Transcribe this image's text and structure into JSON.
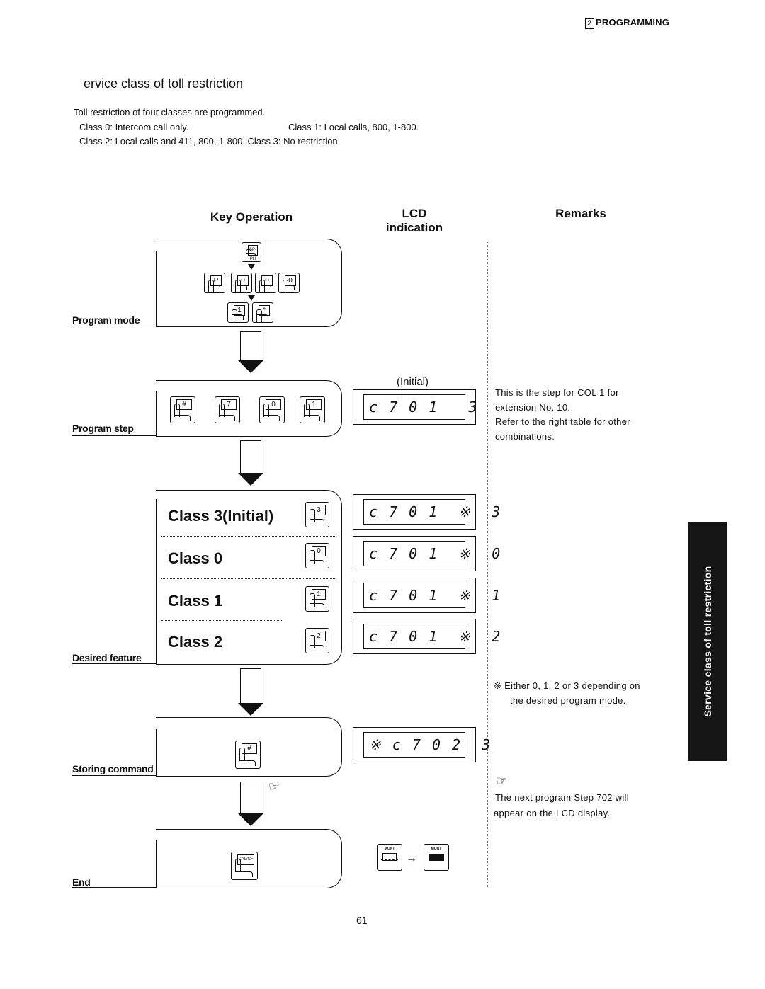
{
  "header": {
    "box_number": "2",
    "section": "PROGRAMMING"
  },
  "title": "ervice class of toll restriction",
  "intro": {
    "line1": "Toll restriction of four classes are programmed.",
    "line2a": "Class 0:  Intercom call only.",
    "line2b": "Class 1:  Local calls, 800, 1-800.",
    "line3": "Class 2:  Local calls and 411, 800, 1-800. Class 3:  No restriction."
  },
  "columns": {
    "key_operation": "Key Operation",
    "lcd_line1": "LCD",
    "lcd_line2": "indication",
    "remarks": "Remarks"
  },
  "steps": {
    "program_mode": "Program mode",
    "program_step": "Program step",
    "desired_feature": "Desired feature",
    "storing_command": "Storing command",
    "end": "End"
  },
  "keys": {
    "program_mode_row1": [
      "P",
      "0",
      "0",
      "0"
    ],
    "program_mode_row2": [
      "1",
      "*"
    ],
    "program_step": [
      "#",
      "7",
      "0",
      "1"
    ],
    "class3": "3",
    "class0": "0",
    "class1": "1",
    "class2": "2",
    "store": "#",
    "end": "CAL/CF",
    "top": "SP-PH",
    "mont1": "MONT",
    "mont2": "MONT"
  },
  "features": {
    "class3": "Class 3(Initial)",
    "class0": "Class 0",
    "class1": "Class 1",
    "class2": "Class 2"
  },
  "lcd": {
    "initial_label": "(Initial)",
    "step": "c 7 0 1   3",
    "class3": "c 7 0 1  ※  3",
    "class0": "c 7 0 1  ※  0",
    "class1": "c 7 0 1  ※  1",
    "class2": "c 7 0 1  ※  2",
    "store": "※ c 7 0 2  3"
  },
  "remarks": {
    "step_note": [
      "This  is  the  step  for  COL  1  for",
      "extension No. 10.",
      "Refer  to  the  right  table  for  other",
      "combinations."
    ],
    "star_note": [
      "※  Either  0,  1,  2  or 3 depending on",
      "the desired program mode."
    ],
    "pointer_symbol": "☞",
    "next_note": [
      "The  next  program  Step  702  will",
      "appear on the LCD display."
    ]
  },
  "side_tab": "Service class of toll restriction",
  "page_number": "61"
}
